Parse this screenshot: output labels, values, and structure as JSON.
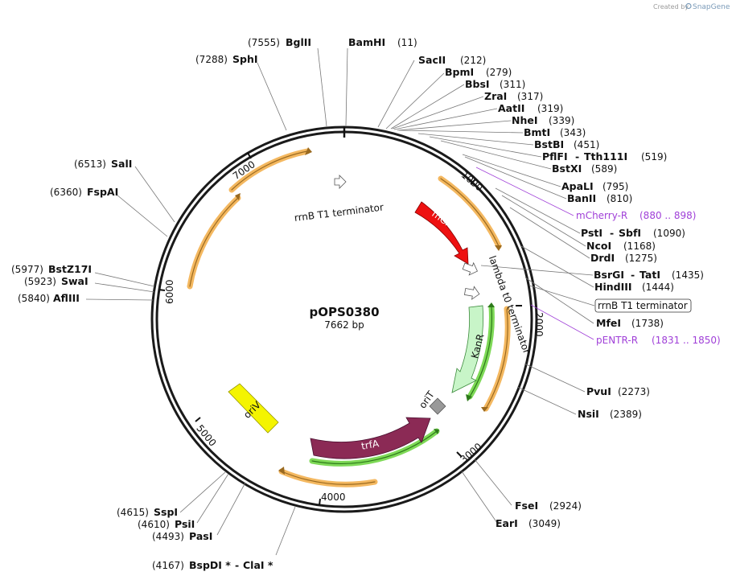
{
  "credit": {
    "prefix": "Created by",
    "brand": "SnapGene"
  },
  "plasmid": {
    "name": "pOPS0380",
    "size_label": "7662 bp",
    "length": 7662
  },
  "ticks": [
    "1000",
    "2000",
    "3000",
    "4000",
    "5000",
    "6000",
    "7000"
  ],
  "enzymes_top": [
    {
      "name": "BamHI",
      "pos": "(11)"
    },
    {
      "name": "SacII",
      "pos": "(212)"
    },
    {
      "name": "BpmI",
      "pos": "(279)"
    },
    {
      "name": "BbsI",
      "pos": "(311)"
    },
    {
      "name": "ZraI",
      "pos": "(317)"
    },
    {
      "name": "AatII",
      "pos": "(319)"
    },
    {
      "name": "NheI",
      "pos": "(339)"
    },
    {
      "name": "BmtI",
      "pos": "(343)"
    },
    {
      "name": "BstBI",
      "pos": "(451)"
    },
    {
      "name": "PflFI",
      "name2": "Tth111I",
      "pos": "(519)"
    },
    {
      "name": "BstXI",
      "pos": "(589)"
    },
    {
      "name": "ApaLI",
      "pos": "(795)"
    },
    {
      "name": "BanII",
      "pos": "(810)"
    },
    {
      "name": "PstI",
      "name2": "SbfI",
      "pos": "(1090)"
    },
    {
      "name": "NcoI",
      "pos": "(1168)"
    },
    {
      "name": "DrdI",
      "pos": "(1275)"
    },
    {
      "name": "BsrGI",
      "name2": "TatI",
      "pos": "(1435)"
    },
    {
      "name": "HindIII",
      "pos": "(1444)"
    },
    {
      "name": "MfeI",
      "pos": "(1738)"
    },
    {
      "name": "PvuI",
      "pos": "(2273)"
    },
    {
      "name": "NsiI",
      "pos": "(2389)"
    },
    {
      "name": "FseI",
      "pos": "(2924)"
    },
    {
      "name": "EarI",
      "pos": "(3049)"
    }
  ],
  "enzymes_left": [
    {
      "name": "BglII",
      "pos": "(7555)"
    },
    {
      "name": "SphI",
      "pos": "(7288)"
    },
    {
      "name": "SalI",
      "pos": "(6513)"
    },
    {
      "name": "FspAI",
      "pos": "(6360)"
    },
    {
      "name": "BstZ17I",
      "pos": "(5977)"
    },
    {
      "name": "SwaI",
      "pos": "(5923)"
    },
    {
      "name": "AflIII",
      "pos": "(5840)"
    },
    {
      "name": "SspI",
      "pos": "(4615)"
    },
    {
      "name": "PsiI",
      "pos": "(4610)"
    },
    {
      "name": "PasI",
      "pos": "(4493)"
    },
    {
      "name": "BspDI *",
      "name2": "ClaI *",
      "pos": "(4167)"
    }
  ],
  "primers": [
    {
      "name": "mCherry-R",
      "pos": "(880 .. 898)"
    },
    {
      "name": "pENTR-R",
      "pos": "(1831 .. 1850)"
    }
  ],
  "features": {
    "mcherry": "mCherry",
    "lambda_t0": "lambda t0 terminator",
    "rrnb_inner": "rrnB T1 terminator",
    "rrnb_boxed": "rrnB T1 terminator",
    "kanr": "KanR",
    "orit": "oriT",
    "trfa": "trfA",
    "oriv": "oriV"
  },
  "colors": {
    "backbone": "#1a1a1a",
    "mcherry": "#ee1111",
    "kanr": "#c8f5c8",
    "trfa": "#8b2a55",
    "oriv": "#f4f400",
    "orit": "#999999",
    "orange_arrow": "#f4b860",
    "green_arrow": "#7ed957",
    "primer": "#a040d8"
  },
  "icons": [
    "snapgene-logo-icon"
  ]
}
